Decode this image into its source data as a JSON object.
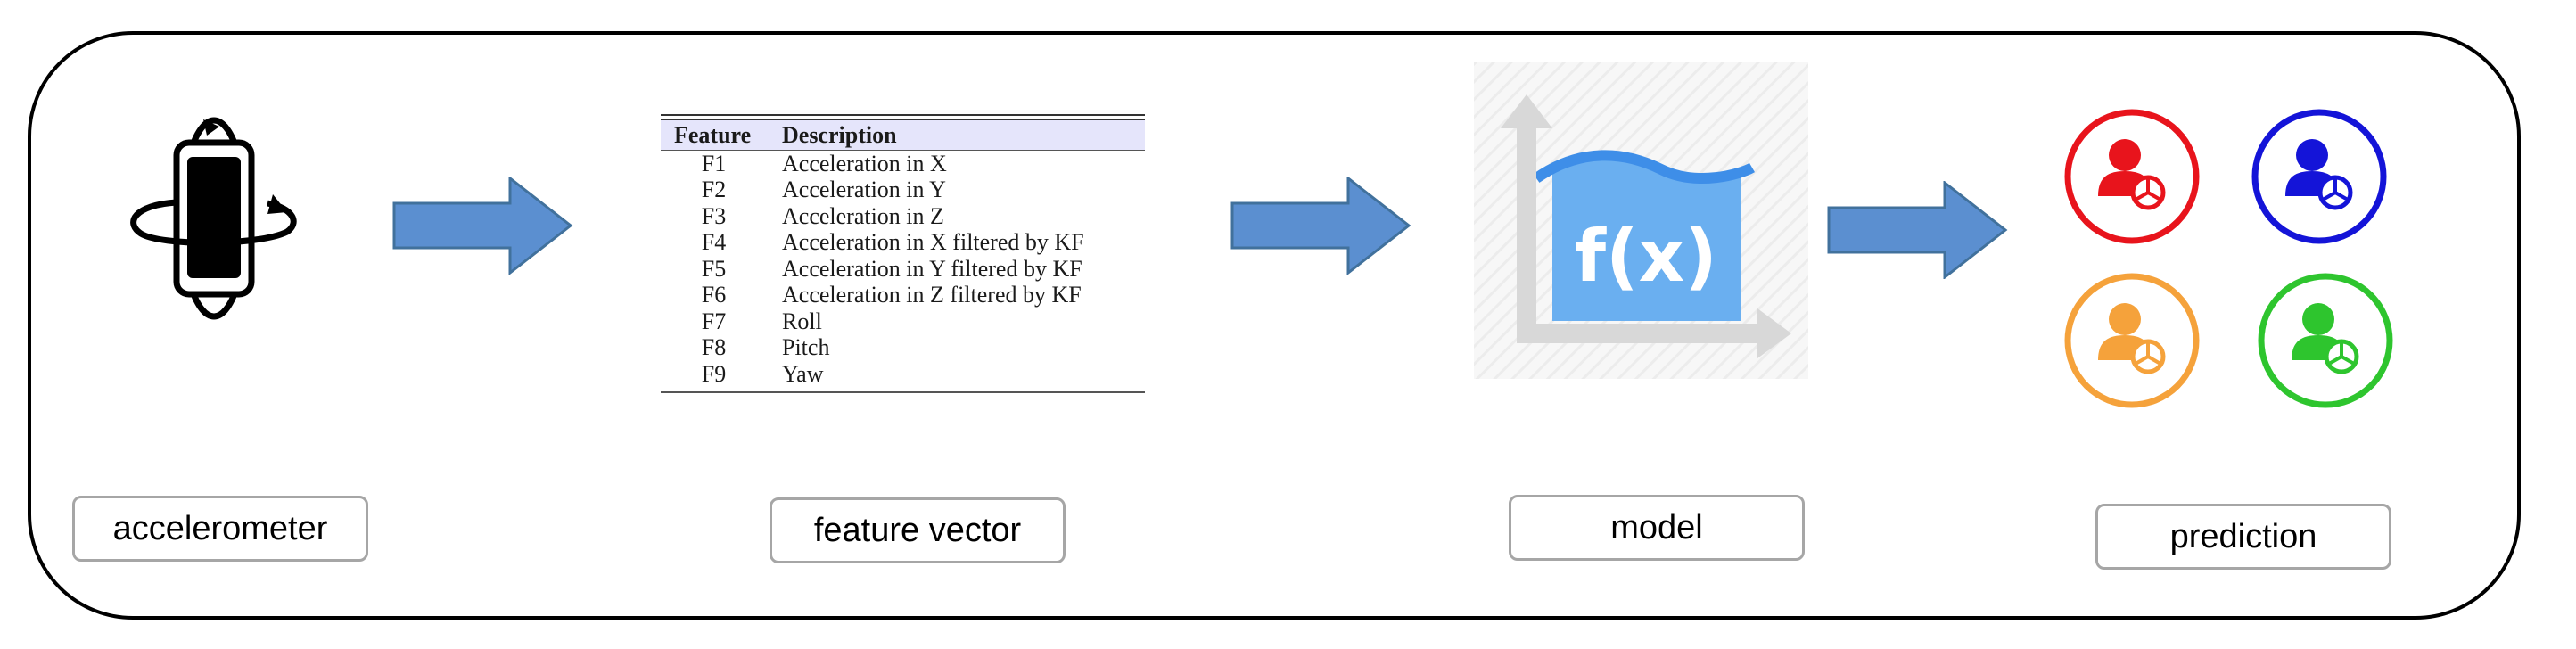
{
  "stages": {
    "accelerometer_label": "accelerometer",
    "feature_vector_label": "feature vector",
    "model_label": "model",
    "prediction_label": "prediction"
  },
  "feature_table": {
    "headers": [
      "Feature",
      "Description"
    ],
    "rows": [
      [
        "F1",
        "Acceleration in X"
      ],
      [
        "F2",
        "Acceleration in Y"
      ],
      [
        "F3",
        "Acceleration in Z"
      ],
      [
        "F4",
        "Acceleration in X filtered by KF"
      ],
      [
        "F5",
        "Acceleration in Y filtered by KF"
      ],
      [
        "F6",
        "Acceleration in Z filtered by KF"
      ],
      [
        "F7",
        "Roll"
      ],
      [
        "F8",
        "Pitch"
      ],
      [
        "F9",
        "Yaw"
      ]
    ]
  },
  "model_icon_text": "f(x)",
  "icons": {
    "accelerometer": "phone-rotation-icon",
    "model": "function-chart-icon",
    "predictions": [
      "driver-red-icon",
      "driver-blue-icon",
      "driver-orange-icon",
      "driver-green-icon"
    ]
  },
  "colors": {
    "arrow_fill": "#5b8fd0",
    "arrow_stroke": "#41719c",
    "driver_red": "#e8141c",
    "driver_blue": "#1414d8",
    "driver_orange": "#f5a23b",
    "driver_green": "#2ec52e",
    "model_blue": "#6aaff0"
  }
}
